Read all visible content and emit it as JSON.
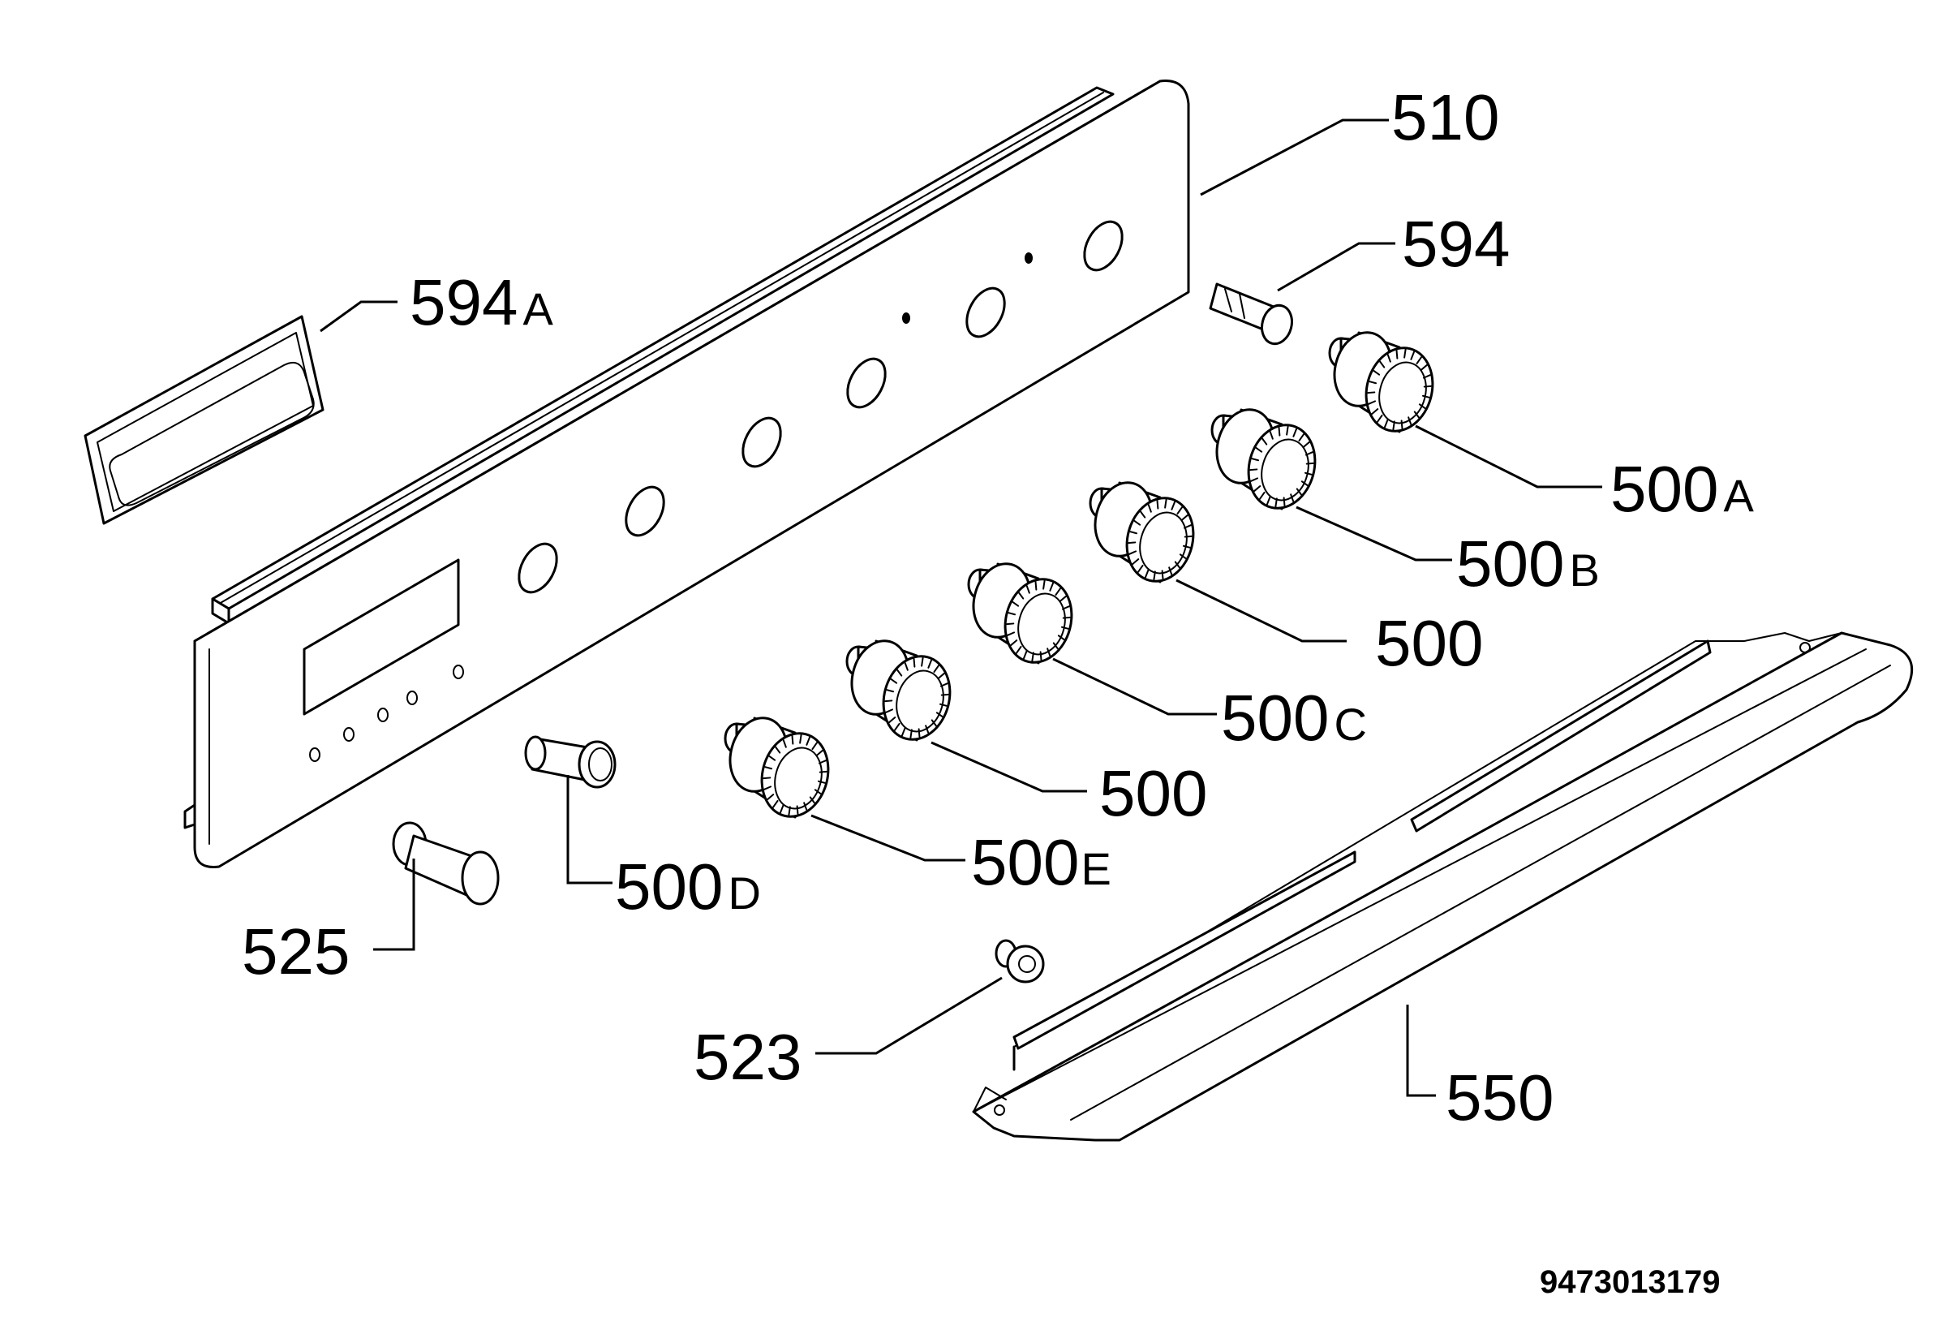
{
  "callouts": {
    "p510": {
      "num": "510",
      "suffix": ""
    },
    "p594": {
      "num": "594",
      "suffix": ""
    },
    "p594a": {
      "num": "594",
      "suffix": "A"
    },
    "p500a": {
      "num": "500",
      "suffix": "A"
    },
    "p500b": {
      "num": "500",
      "suffix": "B"
    },
    "p500_1": {
      "num": "500",
      "suffix": ""
    },
    "p500c": {
      "num": "500",
      "suffix": "C"
    },
    "p500_2": {
      "num": "500",
      "suffix": ""
    },
    "p500e": {
      "num": "500",
      "suffix": "E"
    },
    "p500d": {
      "num": "500",
      "suffix": "D"
    },
    "p525": {
      "num": "525",
      "suffix": ""
    },
    "p523": {
      "num": "523",
      "suffix": ""
    },
    "p550": {
      "num": "550",
      "suffix": ""
    }
  },
  "document_number": "9473013179"
}
